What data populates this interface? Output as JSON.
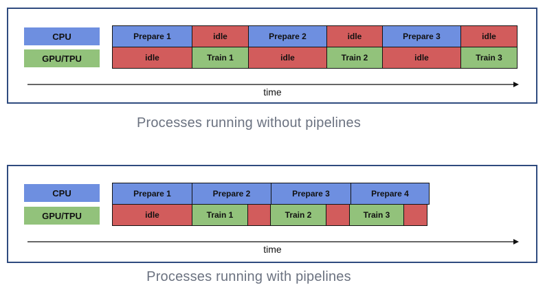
{
  "colors": {
    "cpu_blue": "#6e8fe0",
    "gpu_green": "#92c27b",
    "idle_red": "#d25c5c",
    "frame_border": "#2e4a7e",
    "caption_text": "#6b7280",
    "axis_line": "#666666"
  },
  "without": {
    "caption": "Processes running without pipelines",
    "axis_label": "time",
    "legend": [
      {
        "label": "CPU",
        "color": "blue"
      },
      {
        "label": "GPU/TPU",
        "color": "green"
      }
    ],
    "cpu_row": [
      {
        "label": "Prepare 1",
        "color": "blue",
        "w": 117
      },
      {
        "label": "idle",
        "color": "red",
        "w": 83
      },
      {
        "label": "Prepare 2",
        "color": "blue",
        "w": 115
      },
      {
        "label": "idle",
        "color": "red",
        "w": 82
      },
      {
        "label": "Prepare 3",
        "color": "blue",
        "w": 115
      },
      {
        "label": "idle",
        "color": "red",
        "w": 83
      }
    ],
    "gpu_row": [
      {
        "label": "idle",
        "color": "red",
        "w": 117
      },
      {
        "label": "Train 1",
        "color": "green",
        "w": 83
      },
      {
        "label": "idle",
        "color": "red",
        "w": 115
      },
      {
        "label": "Train 2",
        "color": "green",
        "w": 82
      },
      {
        "label": "idle",
        "color": "red",
        "w": 115
      },
      {
        "label": "Train 3",
        "color": "green",
        "w": 83
      }
    ]
  },
  "with": {
    "caption": "Processes running with pipelines",
    "axis_label": "time",
    "legend": [
      {
        "label": "CPU",
        "color": "blue"
      },
      {
        "label": "GPU/TPU",
        "color": "green"
      }
    ],
    "cpu_row": [
      {
        "label": "Prepare 1",
        "color": "blue",
        "w": 117
      },
      {
        "label": "Prepare 2",
        "color": "blue",
        "w": 116
      },
      {
        "label": "Prepare 3",
        "color": "blue",
        "w": 117
      },
      {
        "label": "Prepare 4",
        "color": "blue",
        "w": 115
      }
    ],
    "gpu_row": [
      {
        "label": "idle",
        "color": "red",
        "w": 117
      },
      {
        "label": "Train 1",
        "color": "green",
        "w": 82
      },
      {
        "label": "",
        "color": "red",
        "w": 34
      },
      {
        "label": "Train 2",
        "color": "green",
        "w": 82
      },
      {
        "label": "",
        "color": "red",
        "w": 35
      },
      {
        "label": "Train 3",
        "color": "green",
        "w": 80
      },
      {
        "label": "",
        "color": "red",
        "w": 35
      }
    ]
  }
}
